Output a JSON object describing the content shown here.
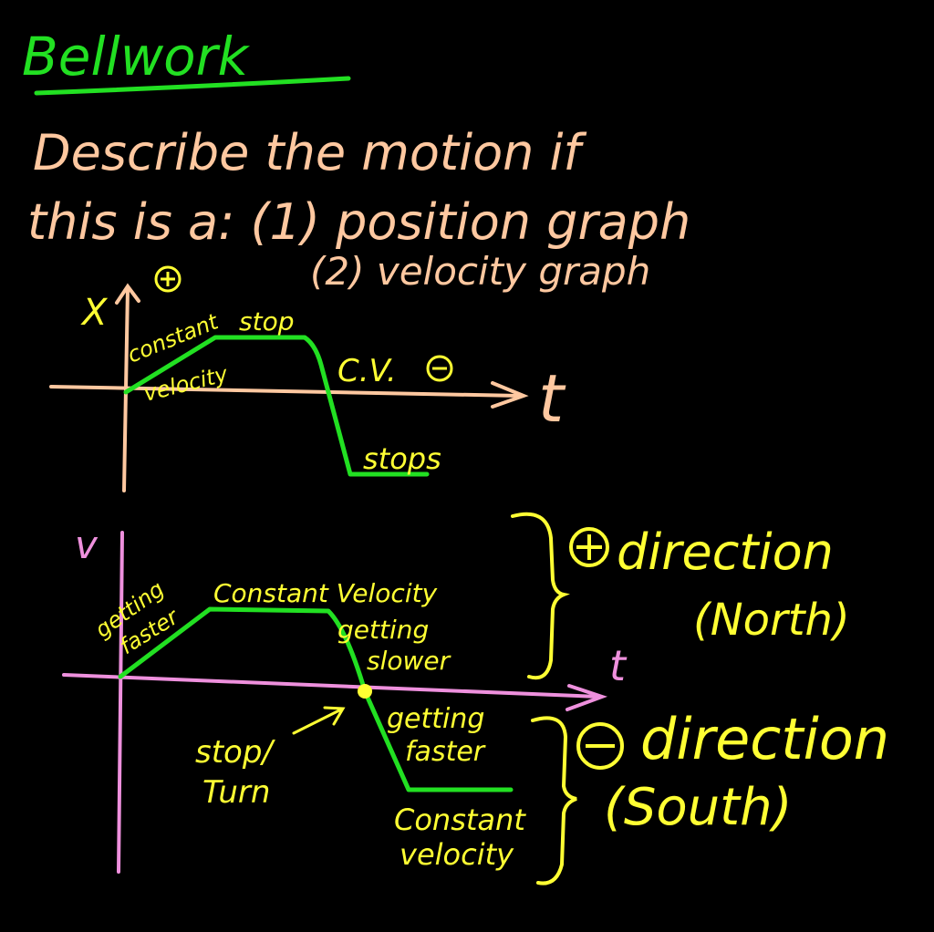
{
  "colors": {
    "background": "#000000",
    "green": "#22e022",
    "peach": "#ffc8a0",
    "yellow": "#ffff33",
    "pink": "#ee90dd"
  },
  "title": "Bellwork",
  "question": {
    "line1": "Describe the motion if",
    "line2": "this is a: (1) position graph",
    "line3": "(2) velocity graph"
  },
  "position_graph": {
    "y_axis_label": "X",
    "x_axis_label": "t",
    "positive_sign": "+",
    "negative_sign": "−",
    "labels": {
      "constant": "constant",
      "velocity": "velocity",
      "stop": "stop",
      "cv": "C.V.",
      "stops": "stops"
    }
  },
  "velocity_graph": {
    "y_axis_label": "v",
    "x_axis_label": "t",
    "labels": {
      "getting": "getting",
      "faster": "faster",
      "constant_velocity": "Constant Velocity",
      "getting2": "getting",
      "slower": "slower",
      "stop": "stop/",
      "turn": "Turn",
      "getting3": "getting",
      "faster2": "faster",
      "constant": "Constant",
      "velocity": "velocity"
    },
    "positive": {
      "sign": "+",
      "direction": "direction",
      "sub": "(North)"
    },
    "negative": {
      "sign": "−",
      "direction": "direction",
      "sub": "(South)"
    }
  }
}
